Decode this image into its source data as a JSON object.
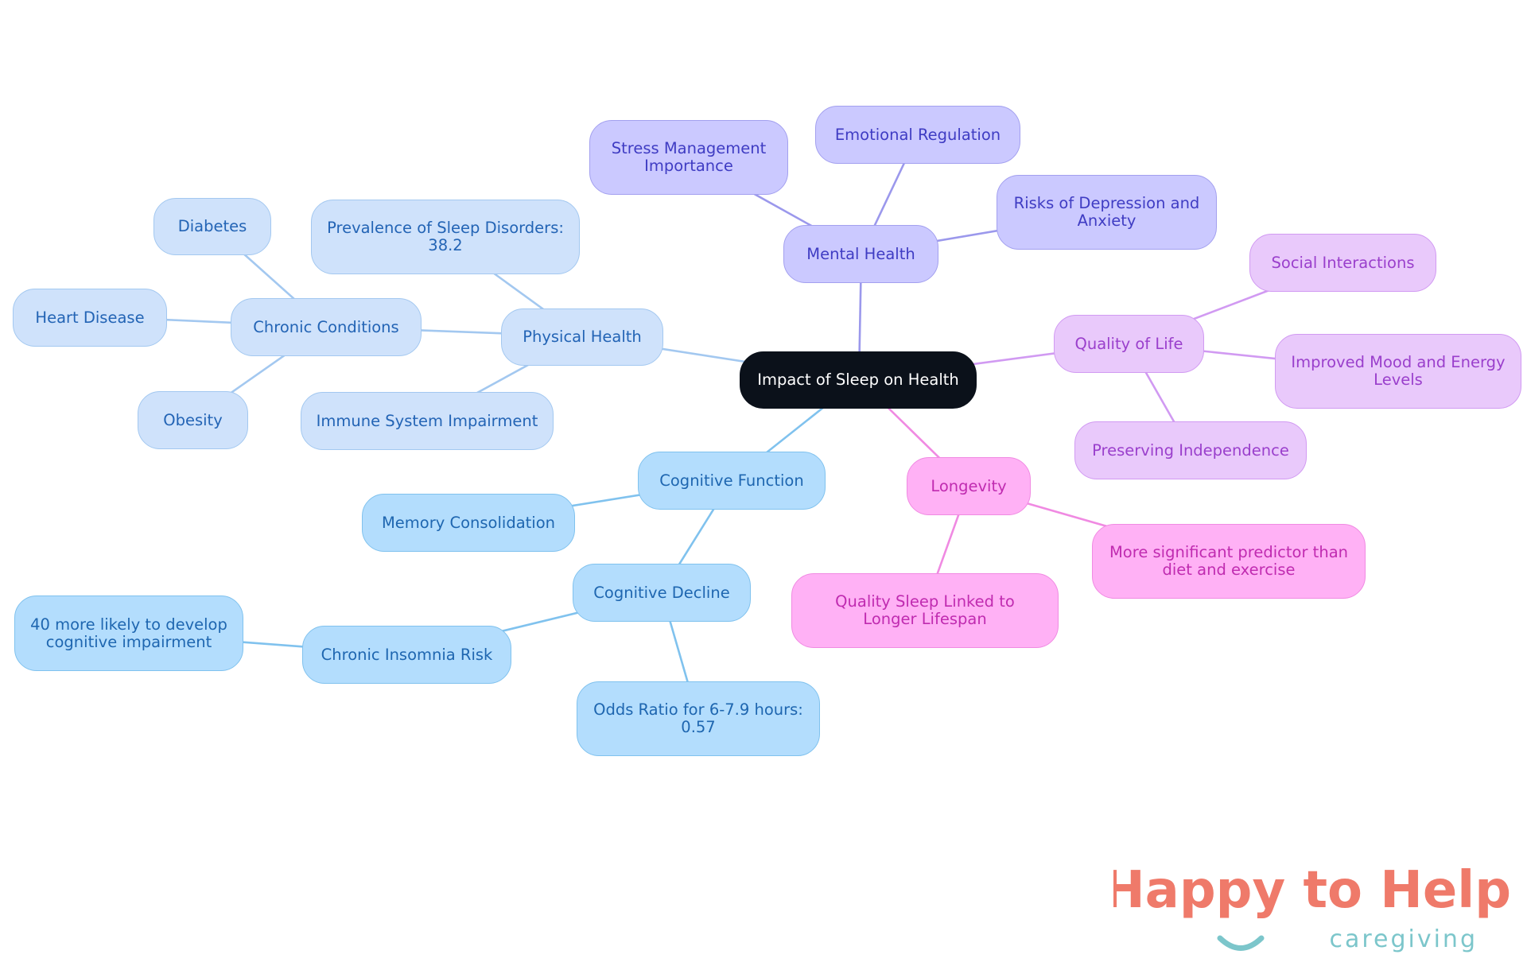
{
  "root": {
    "label": "Impact of Sleep on Health"
  },
  "branches": {
    "physical": {
      "label": "Physical Health",
      "chronic": {
        "label": "Chronic Conditions",
        "diabetes": "Diabetes",
        "heart": "Heart Disease",
        "obesity": "Obesity"
      },
      "prevalence": "Prevalence of Sleep Disorders: 38.2",
      "immune": "Immune System Impairment"
    },
    "cognitive": {
      "label": "Cognitive Function",
      "memory": "Memory Consolidation",
      "decline": {
        "label": "Cognitive Decline",
        "insomnia": {
          "label": "Chronic Insomnia Risk",
          "impairment": "40 more likely to develop cognitive impairment"
        },
        "odds": "Odds Ratio for 6-7.9 hours: 0.57"
      }
    },
    "mental": {
      "label": "Mental Health",
      "stress": "Stress Management Importance",
      "emotional": "Emotional Regulation",
      "depression": "Risks of Depression and Anxiety"
    },
    "quality": {
      "label": "Quality of Life",
      "social": "Social Interactions",
      "mood": "Improved Mood and Energy Levels",
      "independence": "Preserving Independence"
    },
    "longevity": {
      "label": "Longevity",
      "lifespan": "Quality Sleep Linked to Longer Lifespan",
      "predictor": "More significant predictor than diet and exercise"
    }
  },
  "logo": {
    "main": "Happy to Help",
    "sub": "caregiving"
  },
  "colors": {
    "physical": "#a3c8f0",
    "cognitive": "#80c2ee",
    "mental": "#9b98ec",
    "quality": "#d19af2",
    "longevity": "#f08ae2",
    "logo_coral": "#ef7a6a",
    "logo_teal": "#7cc6cb"
  }
}
